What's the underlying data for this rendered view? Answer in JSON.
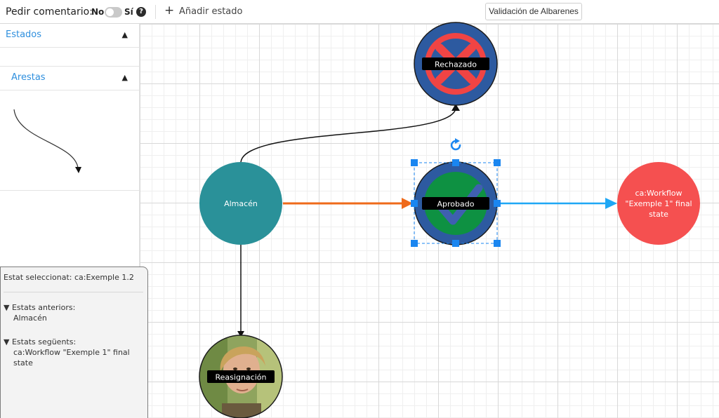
{
  "toolbar": {
    "comment_label": "Pedir comentario:",
    "no_label": "No",
    "yes_label": "Sí",
    "help_glyph": "?",
    "add_glyph": "+",
    "add_state_label": "Añadir estado",
    "workflow_button_label": "Validación de Albarenes"
  },
  "sidebar": {
    "sections": [
      {
        "title": "Estados",
        "chevron": "▲"
      },
      {
        "title": "Arestas",
        "chevron": "▲"
      }
    ],
    "edge_sample_icon": "curved-arrow"
  },
  "info_panel": {
    "selected": "Estat seleccionat: ca:Exemple 1.2",
    "previous_header": "▼ Estats anteriors:",
    "previous_values": [
      "Almacén"
    ],
    "next_header": "▼ Estats següents:",
    "next_values": [
      "ca:Workflow \"Exemple 1\" final",
      "state"
    ]
  },
  "graph": {
    "nodes": {
      "rechazado": {
        "label": "Rechazado",
        "icon": "x-icon"
      },
      "almacen": {
        "label": "Almacén"
      },
      "aprobado": {
        "label": "Aprobado",
        "icon": "checkmark-icon",
        "selected": true
      },
      "final": {
        "label_lines": [
          "ca:Workflow",
          "\"Exemple 1\" final",
          "state"
        ]
      },
      "reasignacion": {
        "label": "Reasignación",
        "image": "person-photo"
      }
    },
    "edges": [
      {
        "from": "Almacén",
        "to": "Rechazado",
        "color": "#000000"
      },
      {
        "from": "Almacén",
        "to": "Aprobado",
        "color": "#ef6a1a"
      },
      {
        "from": "Aprobado",
        "to": "final",
        "color": "#1ea7f5"
      },
      {
        "from": "Almacén",
        "to": "Reasignación",
        "color": "#000000"
      }
    ],
    "rotate_icon": "rotate-icon"
  },
  "colors": {
    "accent": "#2e8fde",
    "node_teal": "#2a9199",
    "node_red": "#f55050",
    "node_navy": "#2d5aa0",
    "node_green": "#0e9142",
    "label_bg": "#000000",
    "selection": "#1a86f0"
  }
}
